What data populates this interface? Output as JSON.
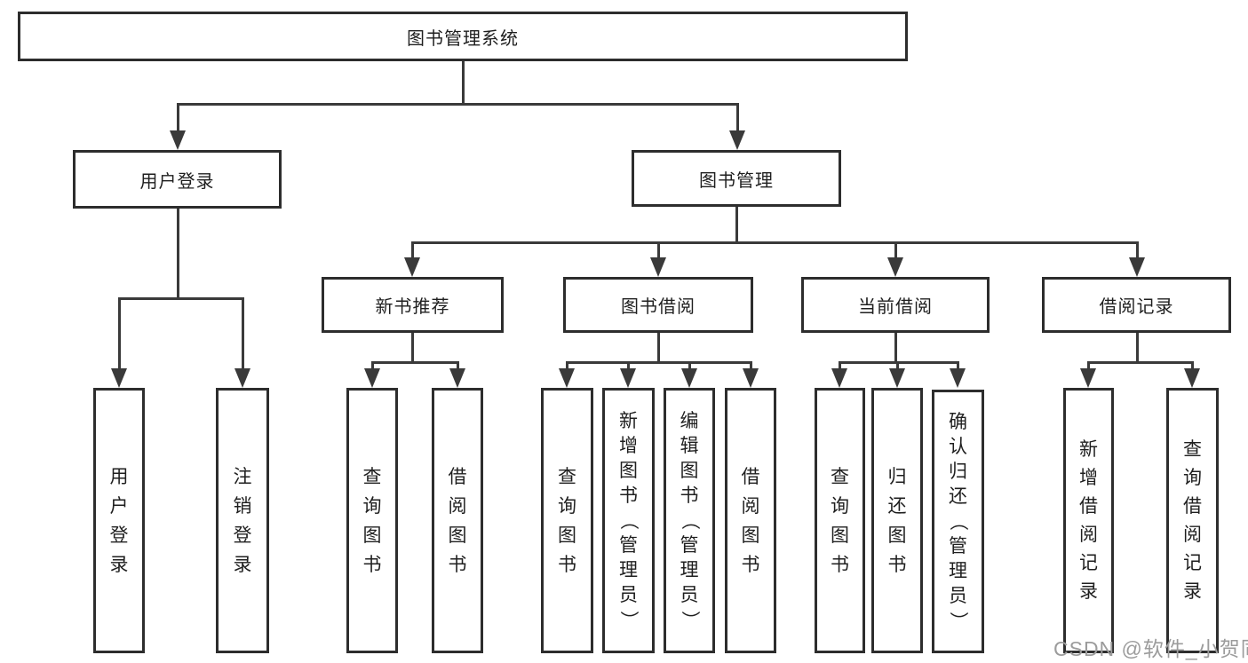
{
  "tree": {
    "label": "图书管理系统",
    "children": [
      {
        "label": "用户登录",
        "children": [
          {
            "label": "用户登录"
          },
          {
            "label": "注销登录"
          }
        ]
      },
      {
        "label": "图书管理",
        "children": [
          {
            "label": "新书推荐",
            "children": [
              {
                "label": "查询图书"
              },
              {
                "label": "借阅图书"
              }
            ]
          },
          {
            "label": "图书借阅",
            "children": [
              {
                "label": "查询图书"
              },
              {
                "label": "新增图书（管理员）"
              },
              {
                "label": "编辑图书（管理员）"
              },
              {
                "label": "借阅图书"
              }
            ]
          },
          {
            "label": "当前借阅",
            "children": [
              {
                "label": "查询图书"
              },
              {
                "label": "归还图书"
              },
              {
                "label": "确认归还（管理员）"
              }
            ]
          },
          {
            "label": "借阅记录",
            "children": [
              {
                "label": "新增借阅记录"
              },
              {
                "label": "查询借阅记录"
              }
            ]
          }
        ]
      }
    ]
  },
  "watermark": "CSDN @软件_小贺同学",
  "colors": {
    "line": "#3a3a3a",
    "box_border": "#2d2d2d",
    "text": "#1f1f1f",
    "watermark": "#9c9c9c",
    "background": "#ffffff"
  }
}
